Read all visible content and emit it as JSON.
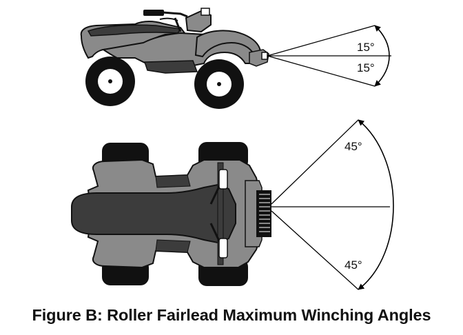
{
  "diagram": {
    "side_view": {
      "upper_angle_label": "15°",
      "lower_angle_label": "15°"
    },
    "top_view": {
      "upper_angle_label": "45°",
      "lower_angle_label": "45°"
    }
  },
  "caption": "Figure B: Roller Fairlead Maximum Winching Angles",
  "colors": {
    "body": "#8a8a8a",
    "dark": "#3c3c3c",
    "tire": "#111111",
    "outline": "#111111",
    "line": "#000000"
  }
}
